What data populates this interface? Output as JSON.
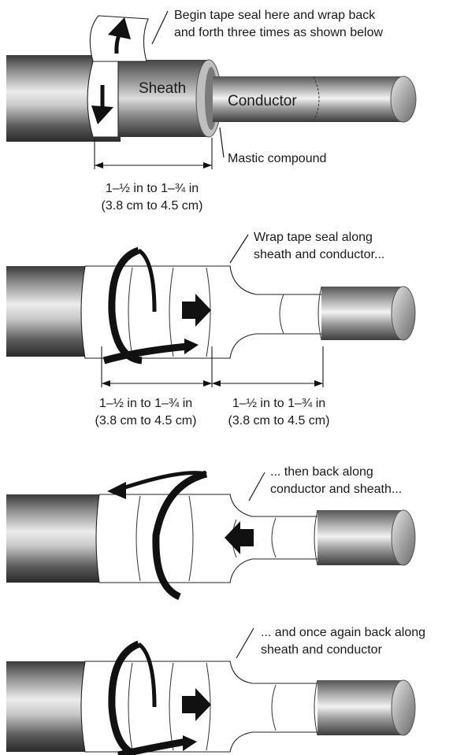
{
  "panels": [
    {
      "id": "step-1",
      "callout": [
        "Begin tape seal here and wrap back",
        "and forth three times as shown below"
      ],
      "labels": {
        "sheath": "Sheath",
        "conductor": "Conductor",
        "mastic": "Mastic compound"
      },
      "dimension": [
        "1–½ in to 1–¾ in",
        "(3.8 cm to 4.5 cm)"
      ]
    },
    {
      "id": "step-2",
      "callout": [
        "Wrap tape seal along",
        "sheath and conductor..."
      ],
      "dimension_left": [
        "1–½ in to 1–¾ in",
        "(3.8 cm to 4.5 cm)"
      ],
      "dimension_right": [
        "1–½ in to 1–¾ in",
        "(3.8 cm to 4.5 cm)"
      ]
    },
    {
      "id": "step-3",
      "callout": [
        "... then back along",
        "conductor and sheath..."
      ]
    },
    {
      "id": "step-4",
      "callout": [
        "... and once again back along",
        "sheath and conductor"
      ]
    }
  ],
  "colors": {
    "cable_dark": "#2a2a2a",
    "cable_light": "#e6e6e6",
    "tape": "#ffffff",
    "arrow": "#111111"
  }
}
